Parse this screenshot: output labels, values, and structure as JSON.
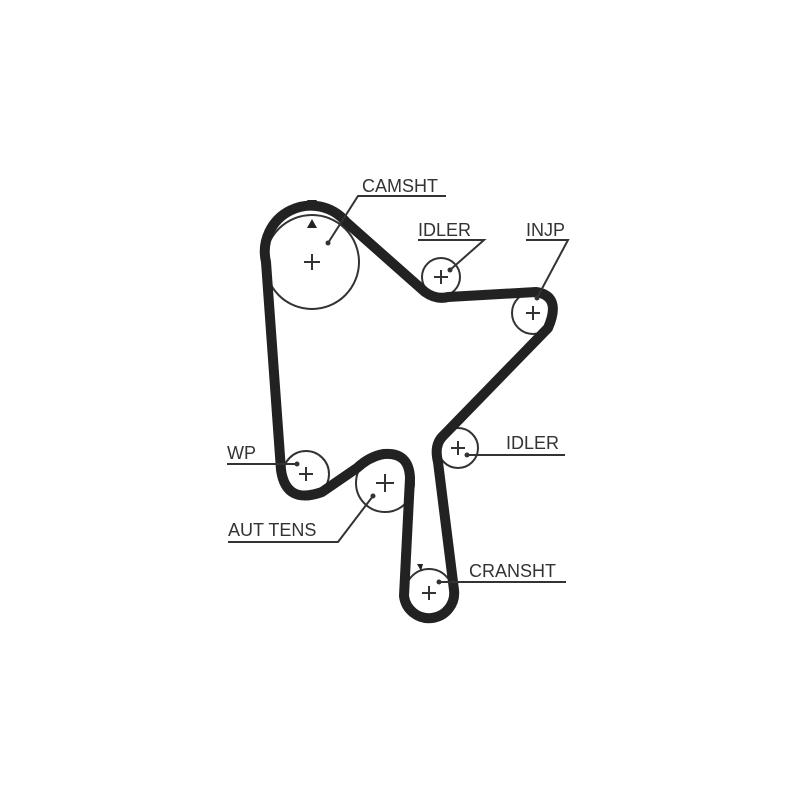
{
  "diagram": {
    "labels": {
      "camshaft": "CAMSHT",
      "idler_top": "IDLER",
      "injection_pump": "INJP",
      "water_pump": "WP",
      "idler_mid": "IDLER",
      "auto_tensioner": "AUT TENS",
      "crankshaft": "CRANSHT"
    },
    "colors": {
      "belt": "#222222",
      "pulley_outline": "#333333",
      "label": "#333333"
    }
  }
}
